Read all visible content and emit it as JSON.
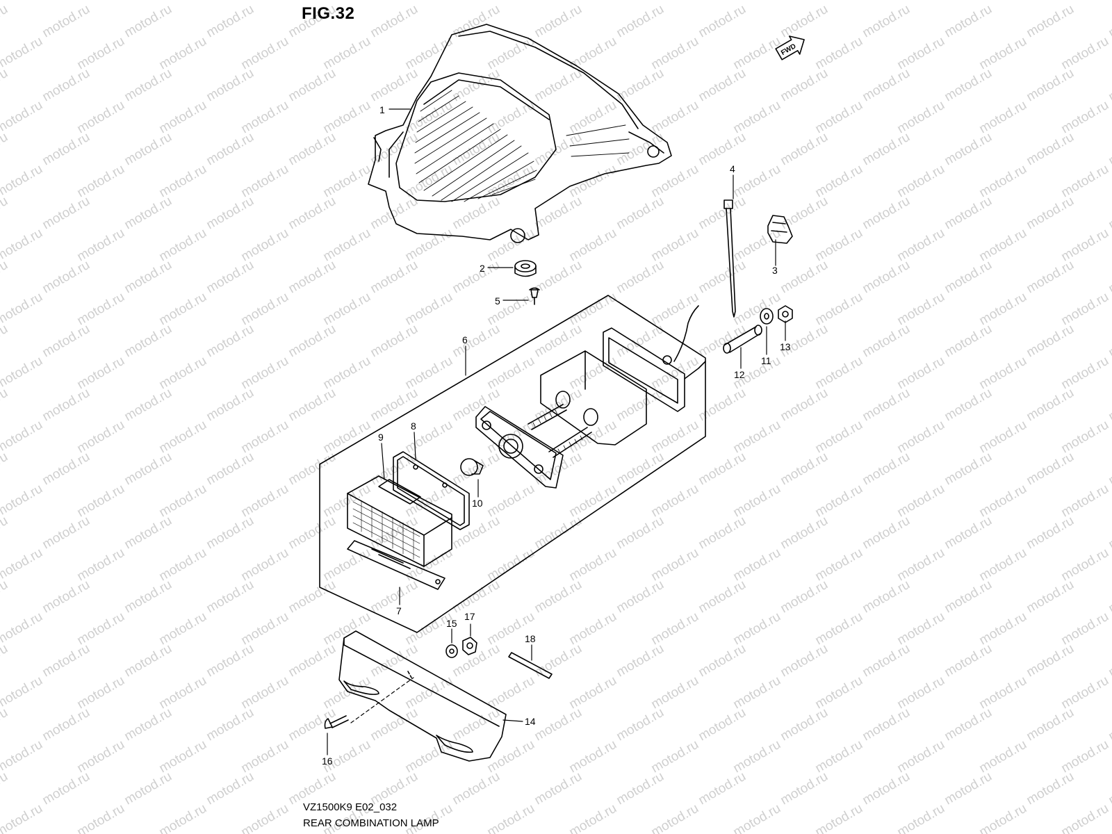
{
  "figure": {
    "title": "FIG.32",
    "model_code": "VZ1500K9 E02_032",
    "caption": "REAR COMBINATION LAMP",
    "direction_label": "FWD",
    "watermark": "motod.ru"
  },
  "callouts": [
    "1",
    "2",
    "3",
    "4",
    "5",
    "6",
    "7",
    "8",
    "9",
    "10",
    "11",
    "12",
    "13",
    "14",
    "15",
    "16",
    "17",
    "18"
  ],
  "colors": {
    "line": "#000000",
    "watermark": "#cfcfcf",
    "background": "#ffffff"
  }
}
